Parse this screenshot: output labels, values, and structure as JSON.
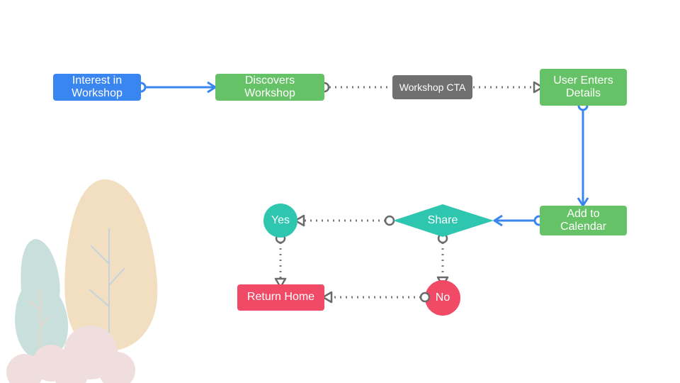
{
  "diagram": {
    "nodes": {
      "interest": {
        "label": "Interest in Workshop",
        "color": "#3a86f0"
      },
      "discovers": {
        "label": "Discovers Workshop",
        "color": "#66c266"
      },
      "cta": {
        "label": "Workshop CTA",
        "color": "#707070"
      },
      "user_enters": {
        "label": "User Enters Details",
        "color": "#66c266"
      },
      "add_calendar": {
        "label": "Add to Calendar",
        "color": "#66c266"
      },
      "share": {
        "label": "Share",
        "color": "#2fc6b0"
      },
      "yes": {
        "label": "Yes",
        "color": "#2fc6b0"
      },
      "no": {
        "label": "No",
        "color": "#f04a66"
      },
      "return_home": {
        "label": "Return Home",
        "color": "#f04a66"
      }
    },
    "connector_colors": {
      "solid": "#3a86f0",
      "dotted": "#7a7a7a"
    }
  }
}
